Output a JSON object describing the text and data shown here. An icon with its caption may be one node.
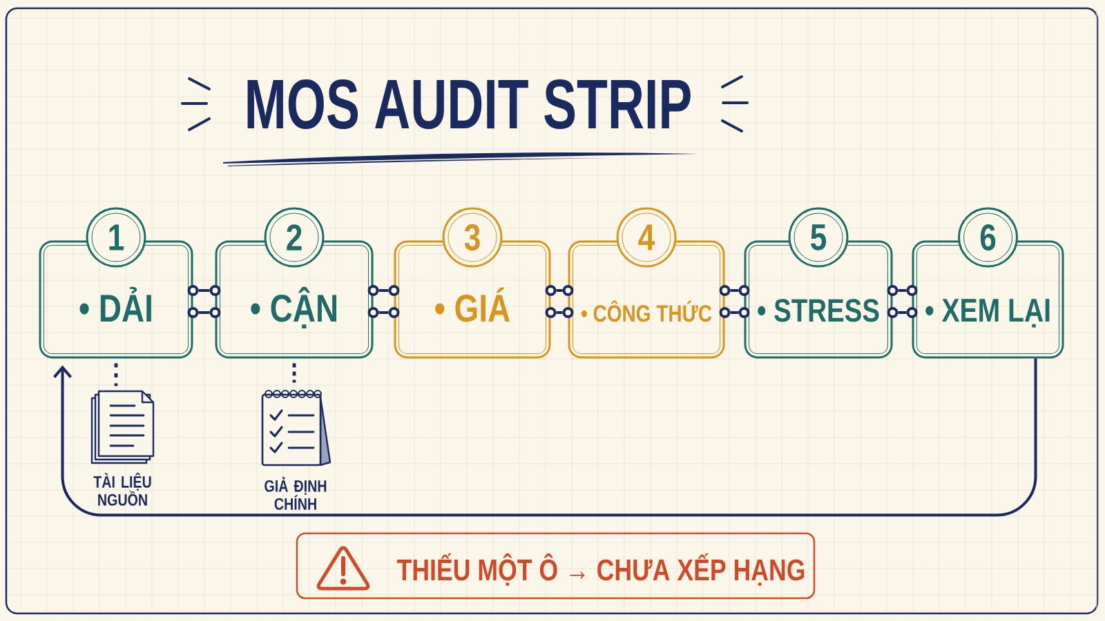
{
  "diagram": {
    "title": "MOS AUDIT STRIP",
    "nodes": [
      {
        "text": [
          "1",
          "• DẢI"
        ]
      },
      {
        "text": [
          "2",
          "• CẬN"
        ]
      },
      {
        "text": [
          "3",
          "• GIÁ"
        ]
      },
      {
        "text": [
          "4",
          "• CÔNG THỨC"
        ]
      },
      {
        "text": [
          "5",
          "• STRESS"
        ]
      },
      {
        "text": [
          "6",
          "• XEM LẠI"
        ]
      },
      {
        "text": [],
        "shape": "picture",
        "beside": [
          "TÀI LIỆU NGUỒN"
        ]
      },
      {
        "text": [],
        "shape": "picture",
        "beside": [
          "GIẢ ĐỊNH CHÍNH"
        ]
      },
      {
        "text": [
          "THIẾU MỘT Ô → CHƯA XẾP HẠNG"
        ]
      }
    ],
    "edges": [
      {
        "from": 0,
        "to": 1,
        "arrow": "none"
      },
      {
        "from": 0,
        "to": 1,
        "arrow": "none"
      },
      {
        "from": 1,
        "to": 2,
        "arrow": "none"
      },
      {
        "from": 1,
        "to": 2,
        "arrow": "none"
      },
      {
        "from": 2,
        "to": 3,
        "arrow": "none"
      },
      {
        "from": 2,
        "to": 3,
        "arrow": "none"
      },
      {
        "from": 3,
        "to": 4,
        "arrow": "none"
      },
      {
        "from": 3,
        "to": 4,
        "arrow": "none"
      },
      {
        "from": 4,
        "to": 5,
        "arrow": "none"
      },
      {
        "from": 4,
        "to": 5,
        "arrow": "none"
      },
      {
        "from": 0,
        "to": 6,
        "arrow": "none",
        "style": "dashed"
      },
      {
        "from": 1,
        "to": 7,
        "arrow": "none",
        "style": "dashed"
      },
      {
        "from": 5,
        "to": 0,
        "arrow": "to"
      }
    ]
  }
}
